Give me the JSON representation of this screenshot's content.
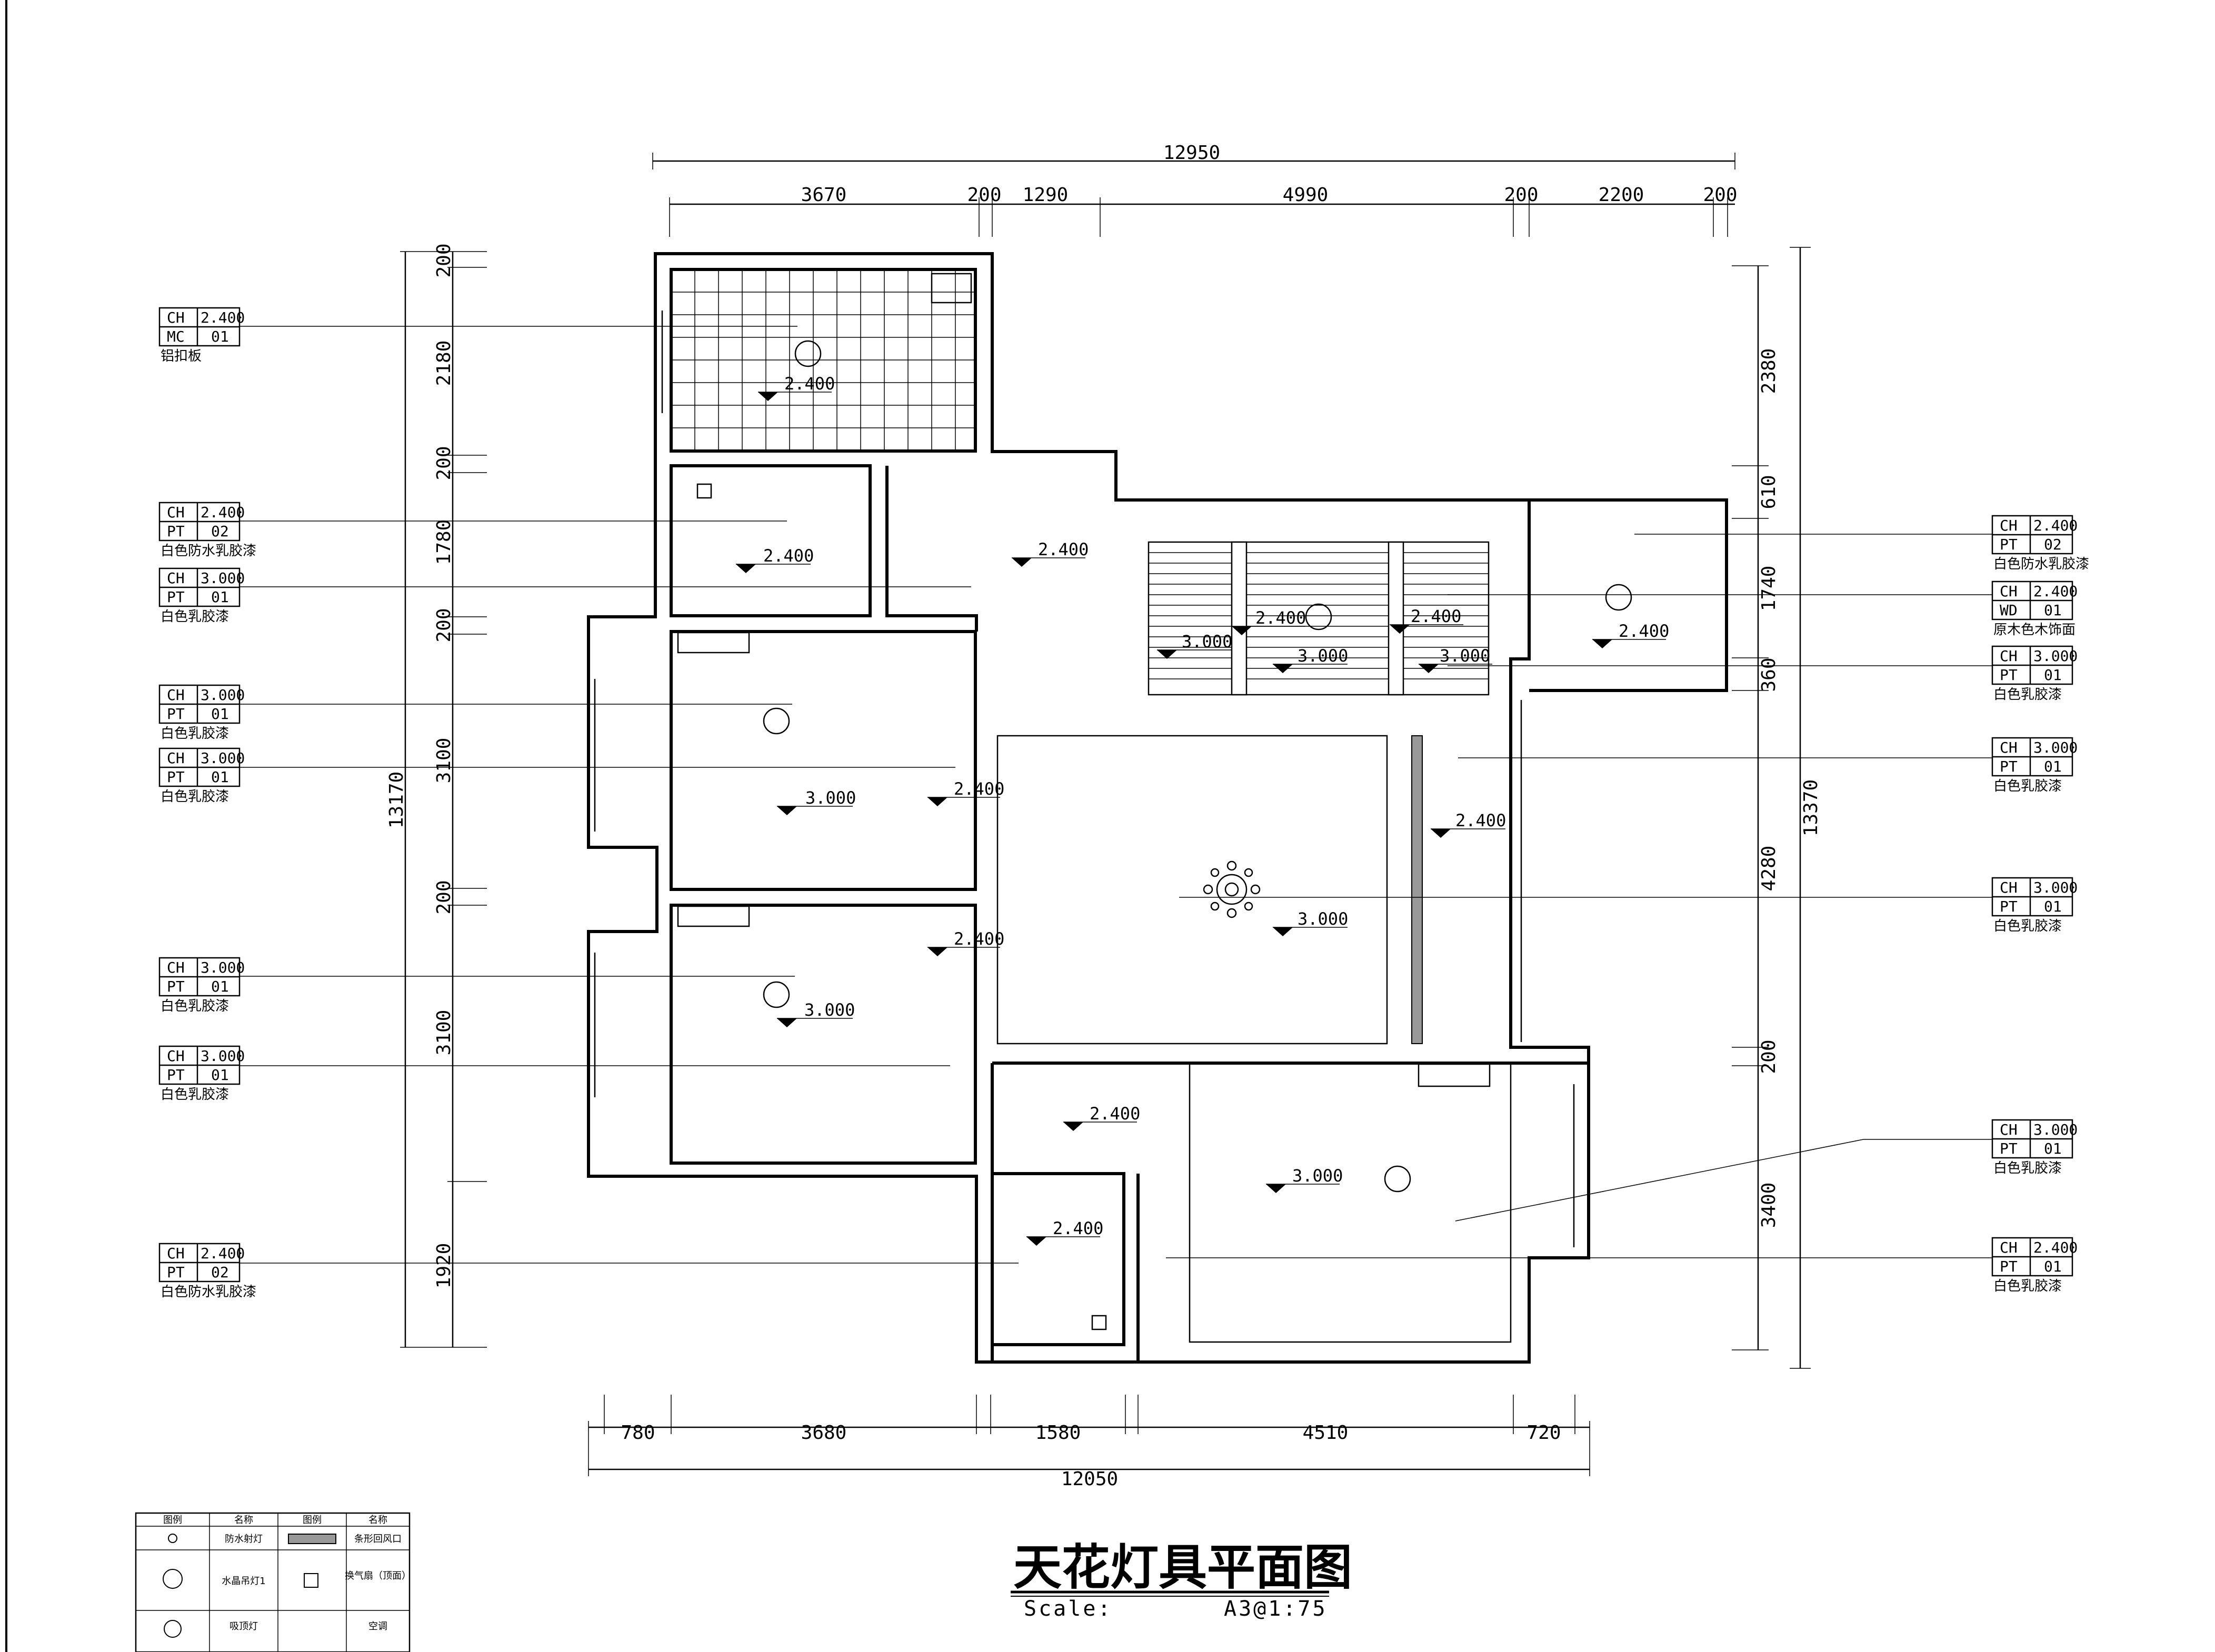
{
  "title": "天花灯具平面图",
  "scale_label": "Scale:",
  "scale_value": "A3@1:75",
  "dimensions": {
    "top_total": "12950",
    "top_segments": [
      "3670",
      "200",
      "1290",
      "4990",
      "200",
      "2200",
      "200"
    ],
    "left_total": "13170",
    "left_segments": [
      "200",
      "2180",
      "200",
      "1780",
      "200",
      "3100",
      "200",
      "3100",
      "1920"
    ],
    "right_total": "13370",
    "right_segments": [
      "2380",
      "610",
      "1740",
      "360",
      "4280",
      "200",
      "3400"
    ],
    "bottom_total": "12050",
    "bottom_segments": [
      "780",
      "3680",
      "1580",
      "4510",
      "720"
    ]
  },
  "ceiling_heights": [
    "2.400",
    "2.400",
    "2.400",
    "3.000",
    "2.400",
    "2.400",
    "3.000",
    "2.400",
    "3.000",
    "3.000",
    "2.400",
    "2.400",
    "3.000",
    "2.400",
    "3.000",
    "2.400",
    "3.000",
    "2.400"
  ],
  "tags_left": [
    {
      "ch": "CH",
      "height": "2.400",
      "code": "MC",
      "num": "01",
      "note": "铝扣板"
    },
    {
      "ch": "CH",
      "height": "2.400",
      "code": "PT",
      "num": "02",
      "note": "白色防水乳胶漆"
    },
    {
      "ch": "CH",
      "height": "3.000",
      "code": "PT",
      "num": "01",
      "note": "白色乳胶漆"
    },
    {
      "ch": "CH",
      "height": "3.000",
      "code": "PT",
      "num": "01",
      "note": "白色乳胶漆"
    },
    {
      "ch": "CH",
      "height": "3.000",
      "code": "PT",
      "num": "01",
      "note": "白色乳胶漆"
    },
    {
      "ch": "CH",
      "height": "3.000",
      "code": "PT",
      "num": "01",
      "note": "白色乳胶漆"
    },
    {
      "ch": "CH",
      "height": "3.000",
      "code": "PT",
      "num": "01",
      "note": "白色乳胶漆"
    },
    {
      "ch": "CH",
      "height": "2.400",
      "code": "PT",
      "num": "02",
      "note": "白色防水乳胶漆"
    }
  ],
  "tags_right": [
    {
      "ch": "CH",
      "height": "2.400",
      "code": "PT",
      "num": "02",
      "note": "白色防水乳胶漆"
    },
    {
      "ch": "CH",
      "height": "2.400",
      "code": "WD",
      "num": "01",
      "note": "原木色木饰面"
    },
    {
      "ch": "CH",
      "height": "3.000",
      "code": "PT",
      "num": "01",
      "note": "白色乳胶漆"
    },
    {
      "ch": "CH",
      "height": "3.000",
      "code": "PT",
      "num": "01",
      "note": "白色乳胶漆"
    },
    {
      "ch": "CH",
      "height": "3.000",
      "code": "PT",
      "num": "01",
      "note": "白色乳胶漆"
    },
    {
      "ch": "CH",
      "height": "3.000",
      "code": "PT",
      "num": "01",
      "note": "白色乳胶漆"
    },
    {
      "ch": "CH",
      "height": "2.400",
      "code": "PT",
      "num": "01",
      "note": "白色乳胶漆"
    }
  ],
  "legend": {
    "headers": [
      "图例",
      "名称",
      "图例",
      "名称"
    ],
    "rows": [
      {
        "name_left": "防水射灯",
        "name_right": "条形回风口"
      },
      {
        "name_left": "水晶吊灯1",
        "name_right": "换气扇（顶面）"
      },
      {
        "name_left": "吸顶灯",
        "name_right": "空调"
      }
    ]
  }
}
